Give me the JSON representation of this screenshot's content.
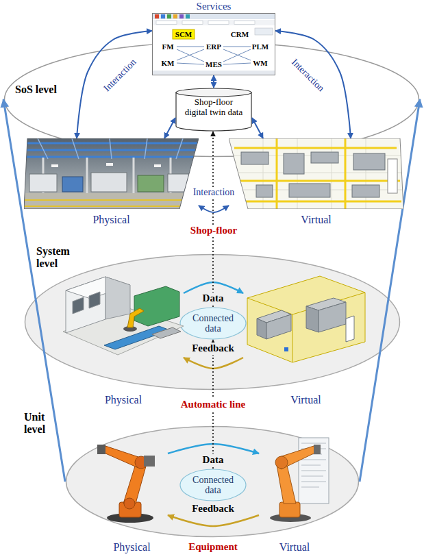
{
  "diagram": {
    "nodes": [
      {
        "text": [
          "Services"
        ]
      },
      {
        "text": [
          "SoS level"
        ]
      },
      {
        "text": [
          "Physical"
        ],
        "in": 1
      },
      {
        "text": [
          "Shop-floor digital twin data"
        ],
        "in": 1
      },
      {
        "text": [
          "Virtual"
        ],
        "in": 1
      },
      {
        "text": [
          "System level"
        ]
      },
      {
        "text": [
          "Physical"
        ],
        "in": 5
      },
      {
        "text": [
          "Connected data"
        ],
        "in": 5
      },
      {
        "text": [
          "Virtual"
        ],
        "in": 5
      },
      {
        "text": [
          "Unit level"
        ]
      },
      {
        "text": [
          "Physical"
        ],
        "in": 9
      },
      {
        "text": [
          "Connected data"
        ],
        "in": 9
      },
      {
        "text": [
          "Virtual"
        ],
        "in": 9
      }
    ],
    "edges": [
      {
        "from": 0,
        "to": 2,
        "arrow": "both",
        "label": "Interaction"
      },
      {
        "from": 0,
        "to": 3,
        "arrow": "both"
      },
      {
        "from": 0,
        "to": 4,
        "arrow": "both",
        "label": "Interaction"
      },
      {
        "from": 3,
        "to": 2,
        "arrow": "both"
      },
      {
        "from": 3,
        "to": 4,
        "arrow": "both"
      },
      {
        "from": 2,
        "to": 4,
        "arrow": "both",
        "label": "Interaction"
      },
      {
        "from": 6,
        "to": 8,
        "arrow": "to",
        "label": "Data"
      },
      {
        "from": 8,
        "to": 6,
        "arrow": "to",
        "label": "Feedback"
      },
      {
        "from": 10,
        "to": 12,
        "arrow": "to",
        "label": "Data"
      },
      {
        "from": 12,
        "to": 10,
        "arrow": "to",
        "label": "Feedback"
      },
      {
        "from": 11,
        "to": 7,
        "arrow": "to"
      },
      {
        "from": 7,
        "to": 3,
        "arrow": "to"
      },
      {
        "from": 9,
        "to": 1,
        "arrow": "to"
      },
      {
        "from": 9,
        "to": 1,
        "arrow": "to"
      }
    ],
    "labels": [
      "SCM",
      "CRM",
      "FM",
      "ERP",
      "PLM",
      "KM",
      "MES",
      "WM",
      "Shop-floor",
      "Automatic line",
      "Equipment"
    ]
  }
}
